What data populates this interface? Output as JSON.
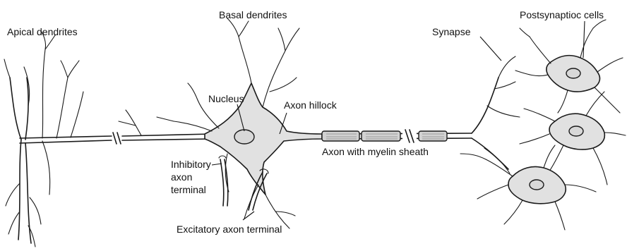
{
  "labels": {
    "apical_dendrites": "Apical dendrites",
    "basal_dendrites": "Basal dendrites",
    "nucleus": "Nucleus",
    "axon_hillock": "Axon hillock",
    "axon_myelin": "Axon with myelin sheath",
    "synapse": "Synapse",
    "postsynaptic_cells": "Postsynaptioc cells",
    "inhibitory_1": "Inhibitory",
    "inhibitory_2": "axon",
    "inhibitory_3": "terminal",
    "excitatory": "Excitatory axon terminal"
  },
  "colors": {
    "ink": "#1a1a1a",
    "cell_fill": "#e1e1e1",
    "myelin_fill": "#d2d2d2"
  }
}
